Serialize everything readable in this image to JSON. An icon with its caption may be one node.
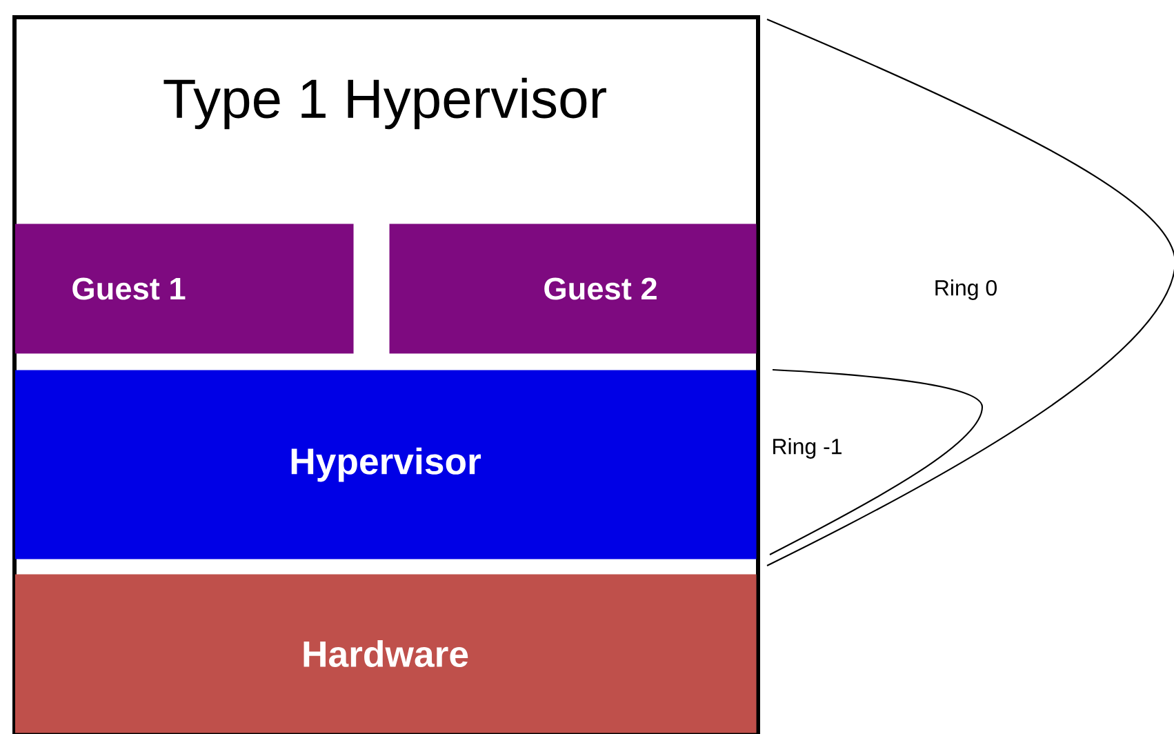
{
  "diagram": {
    "nodes": [
      {
        "text": [
          "Type 1 Hypervisor"
        ]
      },
      {
        "text": [
          "Guest 1"
        ],
        "in": 0
      },
      {
        "text": [
          "Guest 2"
        ],
        "in": 0
      },
      {
        "text": [
          "Hypervisor"
        ],
        "in": 0
      },
      {
        "text": [
          "Hardware"
        ],
        "in": 0
      }
    ],
    "labels": [
      "Ring 0",
      "Ring -1"
    ]
  }
}
